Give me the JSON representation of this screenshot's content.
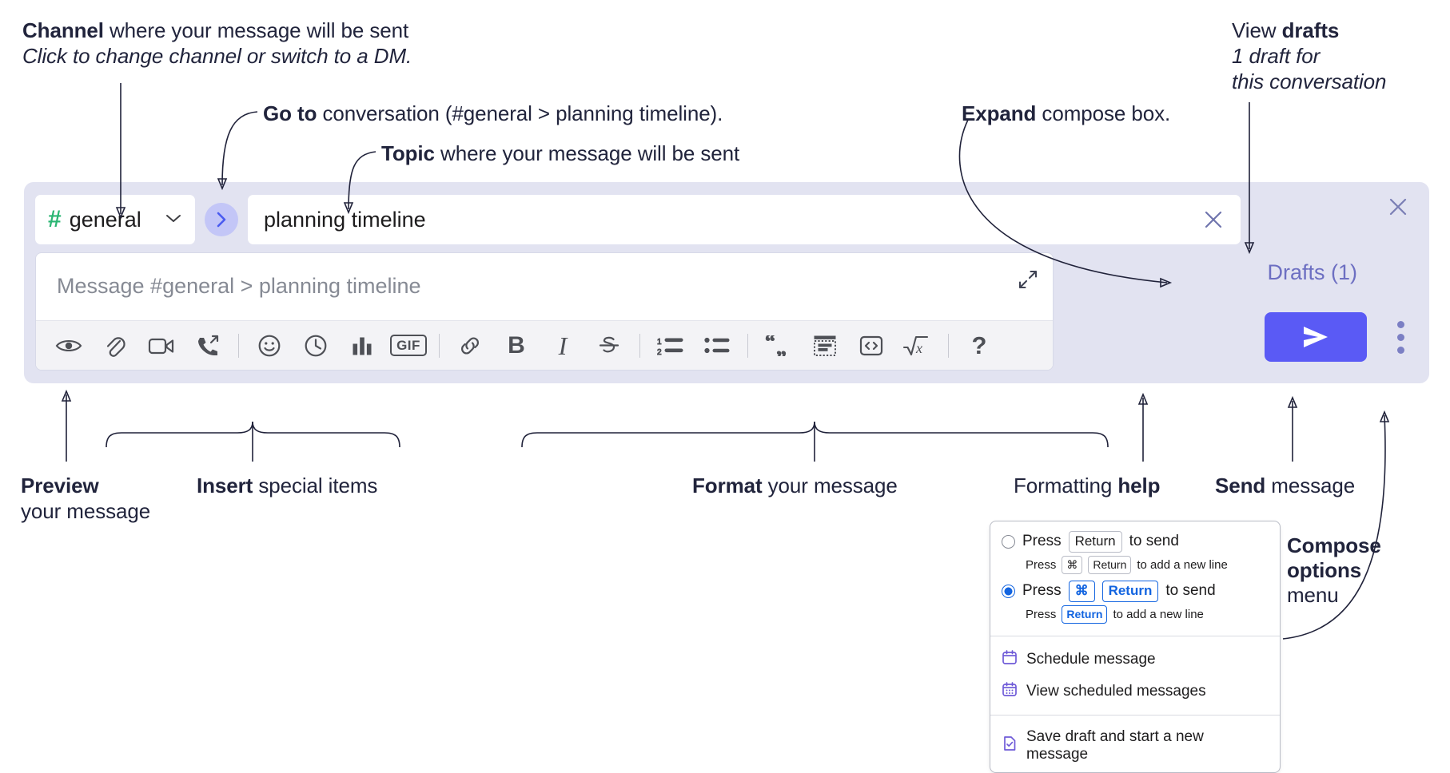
{
  "annotations": {
    "channel": {
      "line1_bold": "Channel",
      "line1_rest": " where your message will be sent",
      "line2_italic": "Click to change channel or switch to a DM."
    },
    "goto": {
      "bold": "Go to",
      "rest": " conversation (#general > planning timeline)."
    },
    "topic": {
      "bold": "Topic",
      "rest": " where your message will be sent"
    },
    "expand": {
      "bold": "Expand",
      "rest": " compose box."
    },
    "drafts": {
      "line1_plain": "View ",
      "line1_bold": "drafts",
      "line2_italic": "1 draft for",
      "line3_italic": "this conversation"
    },
    "preview": {
      "bold": "Preview",
      "rest": "your message"
    },
    "insert": {
      "bold": "Insert",
      "rest": " special items"
    },
    "format": {
      "bold": "Format",
      "rest": " your message"
    },
    "help": {
      "plain": "Formatting ",
      "bold": "help"
    },
    "send": {
      "bold": "Send",
      "rest": " message"
    },
    "compose_options": {
      "bold1": "Compose",
      "bold2": "options",
      "plain": "menu"
    }
  },
  "compose": {
    "channel": {
      "hash": "#",
      "name": "general"
    },
    "goto_label": "go-to-conversation",
    "topic": {
      "value": "planning timeline"
    },
    "message": {
      "placeholder": "Message #general > planning timeline"
    },
    "drafts_link": "Drafts (1)",
    "toolbar": [
      {
        "name": "preview-icon",
        "kind": "icon",
        "id": "eye"
      },
      {
        "name": "attach-icon",
        "kind": "icon",
        "id": "paperclip"
      },
      {
        "name": "video-icon",
        "kind": "icon",
        "id": "video"
      },
      {
        "name": "huddle-icon",
        "kind": "icon",
        "id": "phone"
      },
      {
        "name": "toolbar-separator",
        "kind": "sep"
      },
      {
        "name": "emoji-icon",
        "kind": "icon",
        "id": "emoji"
      },
      {
        "name": "schedule-icon",
        "kind": "icon",
        "id": "clock"
      },
      {
        "name": "poll-icon",
        "kind": "icon",
        "id": "bars"
      },
      {
        "name": "gif-button",
        "kind": "gif",
        "label": "GIF"
      },
      {
        "name": "toolbar-separator",
        "kind": "sep"
      },
      {
        "name": "link-icon",
        "kind": "icon",
        "id": "link"
      },
      {
        "name": "bold-button",
        "kind": "text",
        "label": "B"
      },
      {
        "name": "italic-button",
        "kind": "ital",
        "label": "I"
      },
      {
        "name": "strikethrough-icon",
        "kind": "icon",
        "id": "strike"
      },
      {
        "name": "toolbar-separator",
        "kind": "sep"
      },
      {
        "name": "ordered-list-icon",
        "kind": "icon",
        "id": "ol"
      },
      {
        "name": "bulleted-list-icon",
        "kind": "icon",
        "id": "ul"
      },
      {
        "name": "toolbar-separator",
        "kind": "sep"
      },
      {
        "name": "blockquote-icon",
        "kind": "icon",
        "id": "quote"
      },
      {
        "name": "code-block-icon",
        "kind": "icon",
        "id": "codeblock"
      },
      {
        "name": "code-icon",
        "kind": "icon",
        "id": "code"
      },
      {
        "name": "math-icon",
        "kind": "icon",
        "id": "math"
      },
      {
        "name": "toolbar-separator",
        "kind": "sep"
      },
      {
        "name": "formatting-help-button",
        "kind": "qm",
        "label": "?"
      }
    ]
  },
  "options_menu": {
    "radio_1": {
      "selected": false,
      "press": "Press",
      "key": "Return",
      "suffix": "to send"
    },
    "radio_1_sub": {
      "press": "Press",
      "key1": "⌘",
      "key2": "Return",
      "suffix": "to add a new line"
    },
    "radio_2": {
      "selected": true,
      "press": "Press",
      "key1": "⌘",
      "key2": "Return",
      "suffix": "to send"
    },
    "radio_2_sub": {
      "press": "Press",
      "key": "Return",
      "suffix": "to add a new line"
    },
    "items": [
      {
        "label": "Schedule message",
        "icon": "calendar-icon"
      },
      {
        "label": "View scheduled messages",
        "icon": "calendar-grid-icon"
      },
      {
        "label": "Save draft and start a new message",
        "icon": "document-check-icon"
      }
    ]
  },
  "colors": {
    "panel_bg": "#e2e3f1",
    "send_button": "#5a5af5",
    "hash_green": "#2bb673",
    "accent_blue": "#1264e0",
    "drafts_purple": "#6d6fc2",
    "menu_icon_purple": "#6f5bd8"
  }
}
